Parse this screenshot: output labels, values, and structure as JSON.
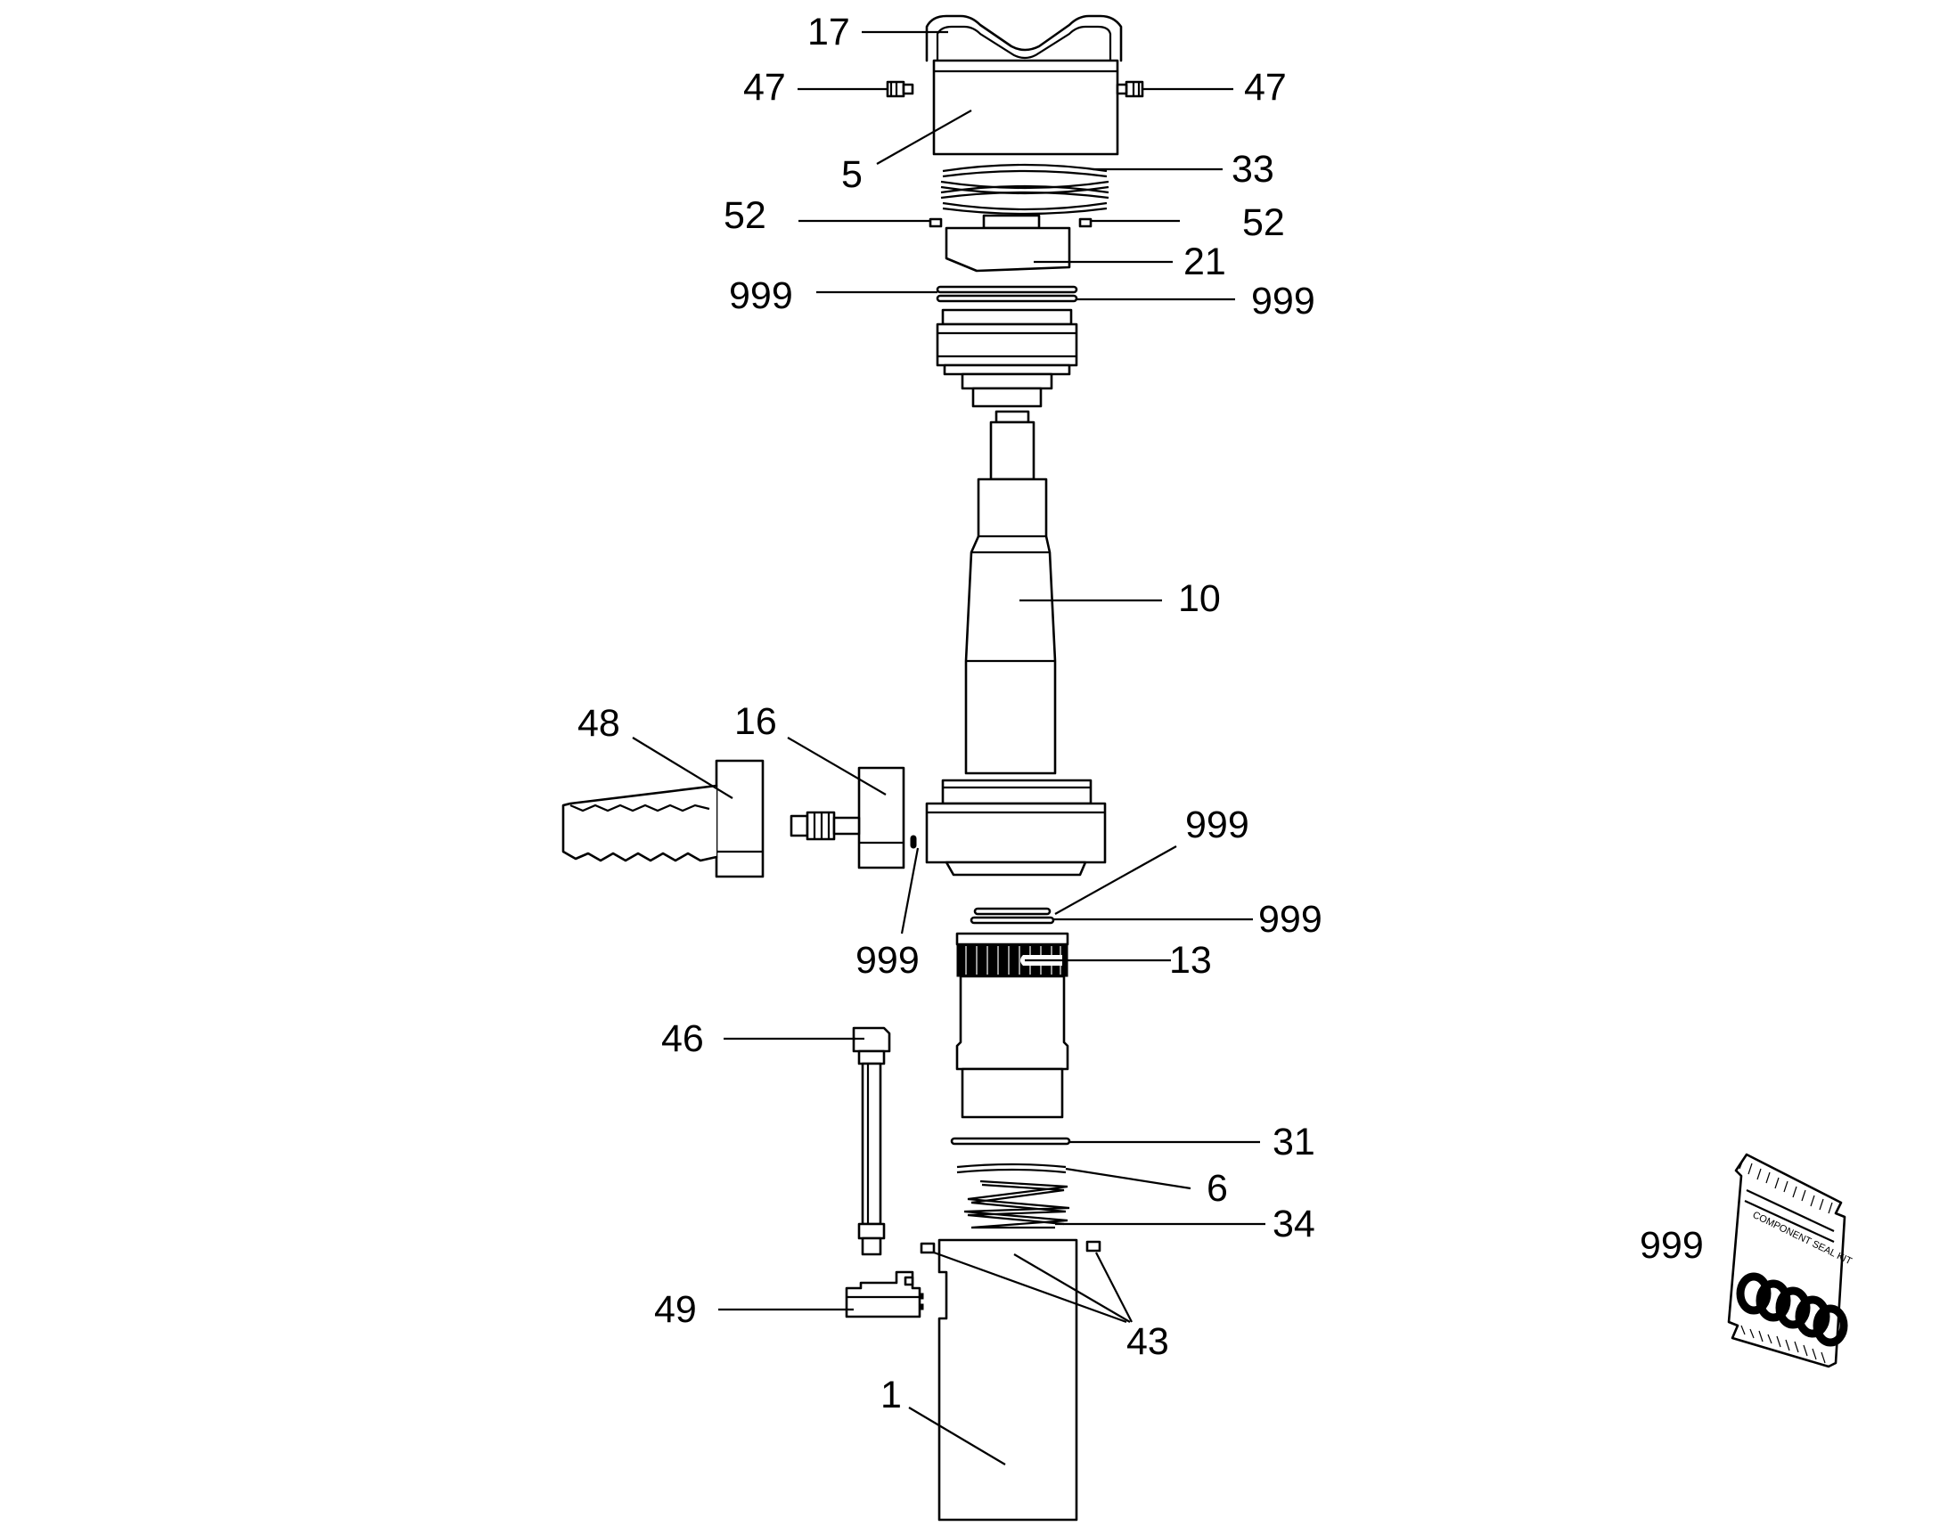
{
  "callouts": [
    {
      "id": "c17",
      "text": "17"
    },
    {
      "id": "c47a",
      "text": "47"
    },
    {
      "id": "c47b",
      "text": "47"
    },
    {
      "id": "c5",
      "text": "5"
    },
    {
      "id": "c33",
      "text": "33"
    },
    {
      "id": "c52a",
      "text": "52"
    },
    {
      "id": "c52b",
      "text": "52"
    },
    {
      "id": "c21",
      "text": "21"
    },
    {
      "id": "c999a",
      "text": "999"
    },
    {
      "id": "c999b",
      "text": "999"
    },
    {
      "id": "c10",
      "text": "10"
    },
    {
      "id": "c48",
      "text": "48"
    },
    {
      "id": "c16",
      "text": "16"
    },
    {
      "id": "c999c",
      "text": "999"
    },
    {
      "id": "c999d",
      "text": "999"
    },
    {
      "id": "c999e",
      "text": "999"
    },
    {
      "id": "c13",
      "text": "13"
    },
    {
      "id": "c46",
      "text": "46"
    },
    {
      "id": "c31",
      "text": "31"
    },
    {
      "id": "c6",
      "text": "6"
    },
    {
      "id": "c34",
      "text": "34"
    },
    {
      "id": "c999f",
      "text": "999"
    },
    {
      "id": "c49",
      "text": "49"
    },
    {
      "id": "c43",
      "text": "43"
    },
    {
      "id": "c1",
      "text": "1"
    }
  ],
  "seal_kit_bag": {
    "label_text": "COMPONENT SEAL KIT"
  },
  "colors": {
    "line": "#000000",
    "fill": "#ffffff"
  }
}
